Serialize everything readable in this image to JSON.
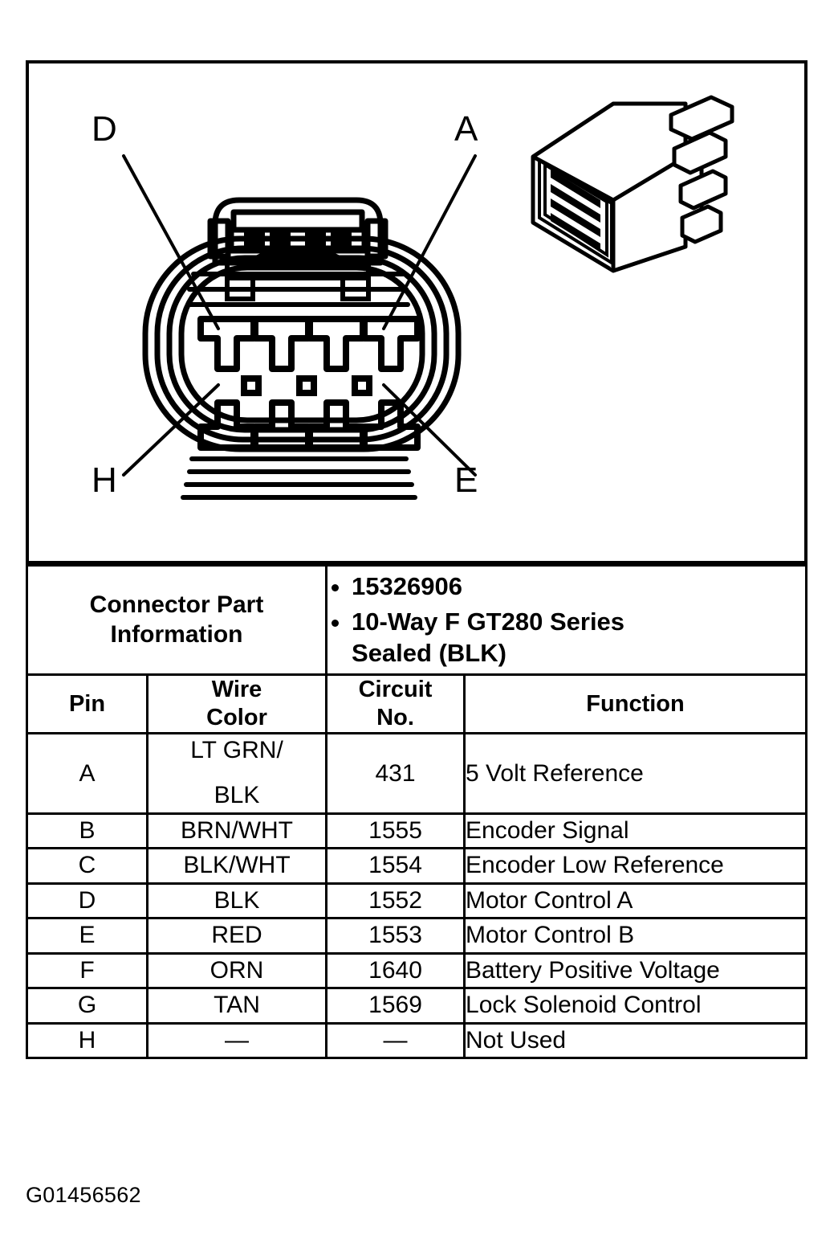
{
  "figure": {
    "id": "G01456562",
    "callouts": [
      {
        "label": "D",
        "position": "top-left"
      },
      {
        "label": "A",
        "position": "top-right"
      },
      {
        "label": "H",
        "position": "bottom-left"
      },
      {
        "label": "E",
        "position": "bottom-right"
      }
    ],
    "views": {
      "face_view": "connector-face-front-view",
      "iso_view": "connector-isometric-view"
    }
  },
  "connector_part_information": {
    "label": "Connector Part\nInformation",
    "label_line1": "Connector Part",
    "label_line2": "Information",
    "items": [
      "15326906",
      "10-Way F GT280 Series Sealed (BLK)"
    ],
    "item2_line1": "10-Way F GT280 Series",
    "item2_line2": "Sealed (BLK)"
  },
  "pin_table": {
    "headers": {
      "pin": "Pin",
      "wire_color_line1": "Wire",
      "wire_color_line2": "Color",
      "circuit_line1": "Circuit",
      "circuit_line2": "No.",
      "function": "Function"
    },
    "rows": [
      {
        "pin": "A",
        "wire_color": "LT GRN/ BLK",
        "wire_color_line1": "LT GRN/",
        "wire_color_line2": "BLK",
        "circuit_no": "431",
        "function": "5 Volt Reference"
      },
      {
        "pin": "B",
        "wire_color": "BRN/WHT",
        "circuit_no": "1555",
        "function": "Encoder Signal"
      },
      {
        "pin": "C",
        "wire_color": "BLK/WHT",
        "circuit_no": "1554",
        "function": "Encoder Low Reference"
      },
      {
        "pin": "D",
        "wire_color": "BLK",
        "circuit_no": "1552",
        "function": "Motor Control A"
      },
      {
        "pin": "E",
        "wire_color": "RED",
        "circuit_no": "1553",
        "function": "Motor Control B"
      },
      {
        "pin": "F",
        "wire_color": "ORN",
        "circuit_no": "1640",
        "function": "Battery Positive Voltage"
      },
      {
        "pin": "G",
        "wire_color": "TAN",
        "circuit_no": "1569",
        "function": "Lock Solenoid Control"
      },
      {
        "pin": "H",
        "wire_color": "—",
        "circuit_no": "—",
        "function": "Not Used"
      }
    ]
  },
  "colors": {
    "ink": "#000000",
    "paper": "#ffffff"
  }
}
